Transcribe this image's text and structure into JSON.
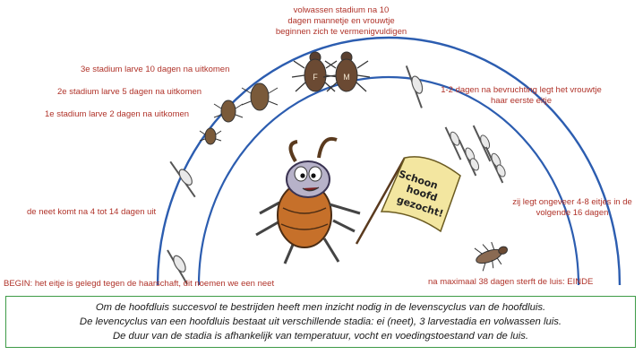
{
  "labels": {
    "adult": [
      "volwassen stadium na 10",
      "dagen mannetje en vrouwtje",
      "beginnen zich te vermenigvuldigen"
    ],
    "stage3": "3e stadium larve 10 dagen na uitkomen",
    "stage2": "2e stadium larve 5 dagen na uitkomen",
    "stage1": "1e stadium larve 2 dagen na uitkomen",
    "nymph_hatch": "de neet komt na 4 tot 14 dagen uit",
    "begin": "BEGIN: het eitje is gelegd tegen de haarschaft, dit noemen we een neet",
    "first_egg": [
      "1-2 dagen na bevruchting legt het vrouwtje",
      "haar eerste eitje"
    ],
    "eggs_count": [
      "zij legt ongeveer 4-8 eitjes in de",
      "volgende 16 dagen"
    ],
    "end": "na maximaal 38 dagen sterft de luis: EINDE"
  },
  "flag_text": [
    "Schoon",
    "hoofd",
    "gezocht!"
  ],
  "sex_marks": [
    "F",
    "M"
  ],
  "caption": [
    "Om de hoofdluis succesvol te bestrijden heeft men inzicht nodig in de levenscyclus van de hoofdluis.",
    "De levencyclus van een hoofdluis bestaat uit verschillende stadia: ei (neet), 3 larvestadia en volwassen luis.",
    "De duur van de stadia is afhankelijk van temperatuur, vocht en voedingstoestand van de luis."
  ],
  "colors": {
    "label_text": "#b0332a",
    "arc": "#2c5db0",
    "frame": "#3e9b47",
    "flag": "#f3e6a0",
    "louse_body": "#c6702a"
  }
}
